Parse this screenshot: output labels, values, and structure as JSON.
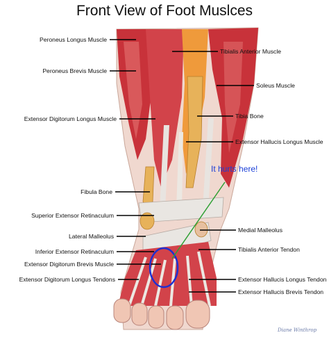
{
  "title": "Front View of Foot Muslces",
  "annotation": "It hurts here!",
  "signature": "Diane Winthrop",
  "left_labels": [
    "Peroneus Longus Muscle",
    "Peroneus Brevis Muscle",
    "Extensor Digitorum Longus Muscle",
    "Fibula Bone",
    "Superior Extensor Retinaculum",
    "Lateral Malleolus",
    "Inferior Extensor Retinaculum",
    "Extensor Digitorum Brevis Muscle",
    "Extensor Digitorum Longus Tendons"
  ],
  "right_labels": [
    "Tibialis Anterior Muscle",
    "Soleus Muscle",
    "Tibia Bone",
    "Extensor Hallucis Longus Muscle",
    "Medial Malleolus",
    "Tibialis Anterior Tendon",
    "Extensor Hallucis Longus Tendon",
    "Extensor Hallucis Brevis Tendon"
  ],
  "colors": {
    "muscle": "#c8323a",
    "muscle_light": "#e06a6a",
    "tendon": "#e8e4e0",
    "bone": "#e7b25a",
    "highlight_circle": "#1f2fd0",
    "arrow": "#2fa034",
    "leader": "#000000"
  }
}
